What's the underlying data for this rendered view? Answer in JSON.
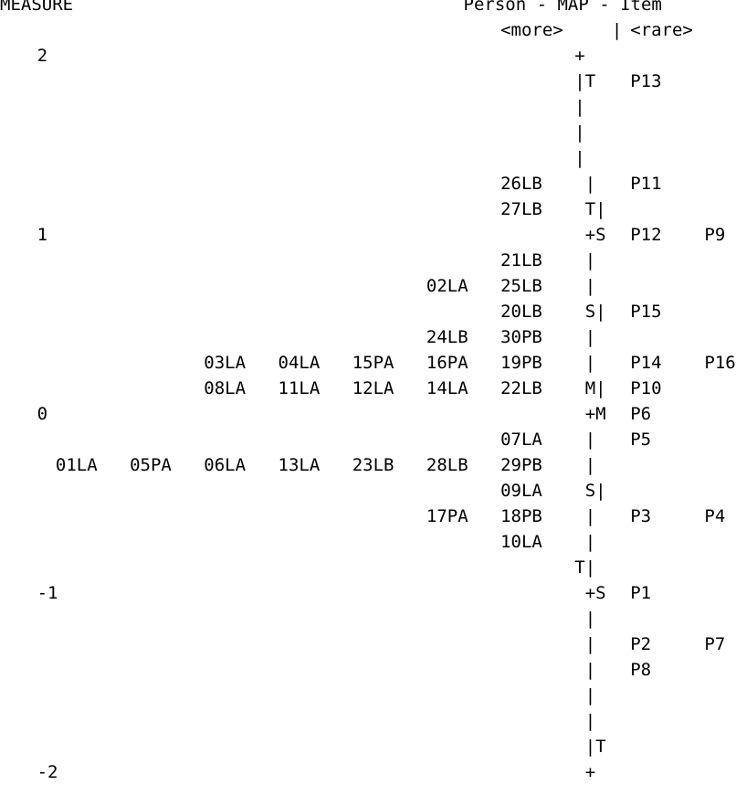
{
  "header": {
    "measure_label": "MEASURE",
    "map_title": "Person - MAP - Item",
    "more_label": "<more>",
    "divider": "|",
    "rare_label": "<rare>"
  },
  "lines": [
    [
      [
        0,
        "MEASURE"
      ],
      [
        25,
        "Person - MAP - Item"
      ]
    ],
    [
      [
        27,
        "<more>"
      ],
      [
        33,
        "|"
      ],
      [
        34,
        "<rare>"
      ]
    ],
    [
      [
        2,
        "2"
      ],
      [
        31,
        "+"
      ]
    ],
    [
      [
        31,
        "|T"
      ],
      [
        34,
        "P13"
      ]
    ],
    [
      [
        31,
        "|"
      ]
    ],
    [
      [
        31,
        "|"
      ]
    ],
    [
      [
        31,
        "|"
      ]
    ],
    [
      [
        27,
        "26LB"
      ],
      [
        31,
        " |"
      ],
      [
        34,
        "P11"
      ]
    ],
    [
      [
        27,
        "27LB"
      ],
      [
        31,
        " T|"
      ]
    ],
    [
      [
        2,
        "1"
      ],
      [
        31,
        " +S"
      ],
      [
        34,
        "P12"
      ],
      [
        38,
        "P9"
      ]
    ],
    [
      [
        27,
        "21LB"
      ],
      [
        31,
        " |"
      ]
    ],
    [
      [
        23,
        "02LA"
      ],
      [
        27,
        "25LB"
      ],
      [
        31,
        " |"
      ]
    ],
    [
      [
        27,
        "20LB"
      ],
      [
        31,
        " S|"
      ],
      [
        34,
        "P15"
      ]
    ],
    [
      [
        23,
        "24LB"
      ],
      [
        27,
        "30PB"
      ],
      [
        31,
        " |"
      ]
    ],
    [
      [
        11,
        "03LA"
      ],
      [
        15,
        "04LA"
      ],
      [
        19,
        "15PA"
      ],
      [
        23,
        "16PA"
      ],
      [
        27,
        "19PB"
      ],
      [
        31,
        " |"
      ],
      [
        34,
        "P14"
      ],
      [
        38,
        "P16"
      ]
    ],
    [
      [
        11,
        "08LA"
      ],
      [
        15,
        "11LA"
      ],
      [
        19,
        "12LA"
      ],
      [
        23,
        "14LA"
      ],
      [
        27,
        "22LB"
      ],
      [
        31,
        " M|"
      ],
      [
        34,
        "P10"
      ]
    ],
    [
      [
        2,
        "0"
      ],
      [
        31,
        " +M"
      ],
      [
        34,
        "P6"
      ]
    ],
    [
      [
        27,
        "07LA"
      ],
      [
        31,
        " |"
      ],
      [
        34,
        "P5"
      ]
    ],
    [
      [
        3,
        "01LA"
      ],
      [
        7,
        "05PA"
      ],
      [
        11,
        "06LA"
      ],
      [
        15,
        "13LA"
      ],
      [
        19,
        "23LB"
      ],
      [
        23,
        "28LB"
      ],
      [
        27,
        "29PB"
      ],
      [
        31,
        " |"
      ]
    ],
    [
      [
        27,
        "09LA"
      ],
      [
        31,
        " S|"
      ]
    ],
    [
      [
        23,
        "17PA"
      ],
      [
        27,
        "18PB"
      ],
      [
        31,
        " |"
      ],
      [
        34,
        "P3"
      ],
      [
        38,
        "P4"
      ]
    ],
    [
      [
        27,
        "10LA"
      ],
      [
        31,
        " |"
      ]
    ],
    [
      [
        31,
        "T|"
      ]
    ],
    [
      [
        2,
        "-1"
      ],
      [
        31,
        " +S"
      ],
      [
        34,
        "P1"
      ]
    ],
    [
      [
        31,
        " |"
      ]
    ],
    [
      [
        31,
        " |"
      ],
      [
        34,
        "P2"
      ],
      [
        38,
        "P7"
      ]
    ],
    [
      [
        31,
        " |"
      ],
      [
        34,
        "P8"
      ]
    ],
    [
      [
        31,
        " |"
      ]
    ],
    [
      [
        31,
        " |"
      ]
    ],
    [
      [
        31,
        " |T"
      ]
    ],
    [
      [
        2,
        "-2"
      ],
      [
        31,
        " +"
      ]
    ]
  ]
}
